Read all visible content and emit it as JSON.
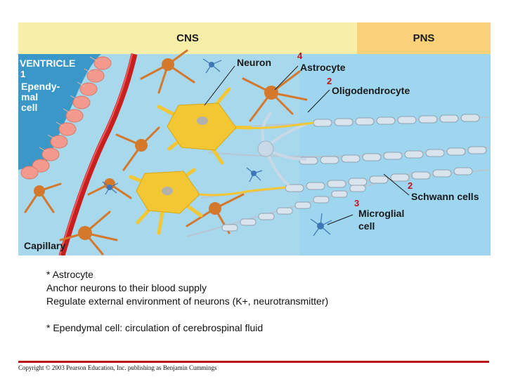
{
  "diagram": {
    "headers": {
      "cns": "CNS",
      "pns": "PNS"
    },
    "labels": {
      "ventricle": "VENTRICLE",
      "ependymal_cell": [
        "Ependy-",
        "mal",
        "cell"
      ],
      "capillary": "Capillary",
      "neuron": "Neuron",
      "astrocyte": "Astrocyte",
      "oligodendrocyte": "Oligodendrocyte",
      "schwann_cells": "Schwann cells",
      "microglial_cell": [
        "Microglial",
        "cell"
      ]
    },
    "markers": {
      "ependymal": "1",
      "astrocyte": "4",
      "oligodendrocyte": "2",
      "schwann": "2",
      "microglial": "3"
    },
    "colors": {
      "cns_band": "#f7eeaa",
      "pns_band": "#fbd27a",
      "tissue": "#a8d8ec",
      "ventricle": "#3a98c8",
      "ependymal": "#f39a8e",
      "capillary": "#c81e1e",
      "astrocyte": "#d4782c",
      "neuron": "#f3c733",
      "myelin": "#d9e4ec",
      "microglia": "#3d77b5",
      "marker": "#c0141b"
    }
  },
  "notes": {
    "astrocyte_title": "* Astrocyte",
    "astrocyte_line1": "Anchor neurons to their blood supply",
    "astrocyte_line2": "Regulate external environment of neurons (K+, neurotransmitter)",
    "ependymal": "* Ependymal cell: circulation of cerebrospinal fluid"
  },
  "footer": {
    "copyright": "Copyright © 2003 Pearson Education, Inc. publishing as Benjamin Cummings"
  }
}
